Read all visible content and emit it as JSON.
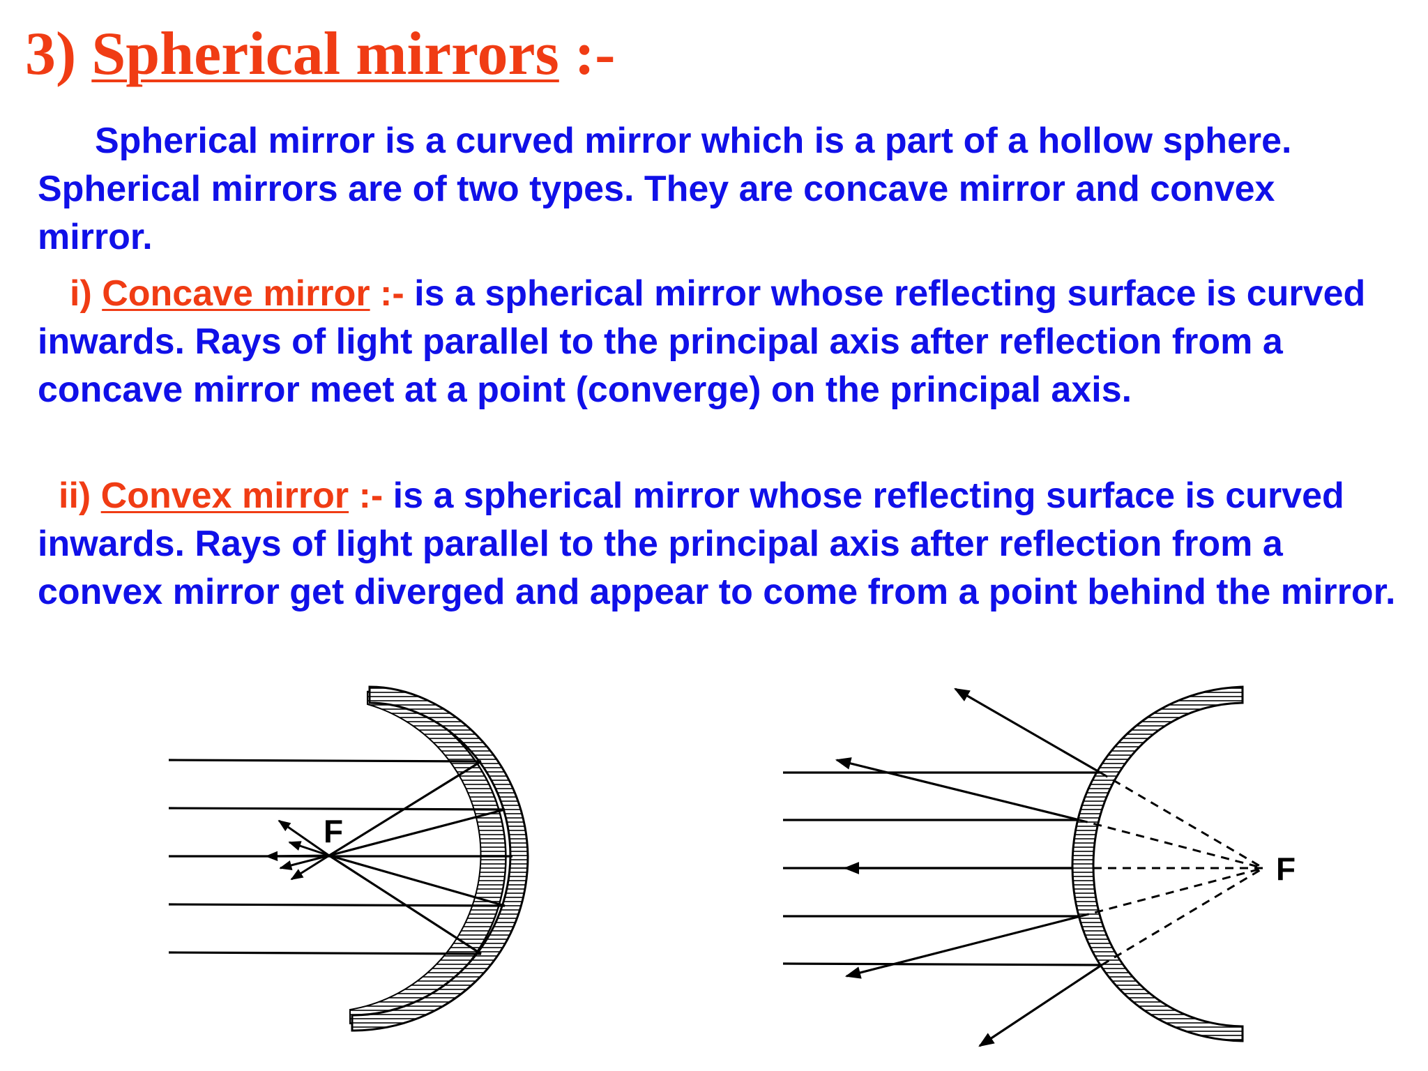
{
  "heading": {
    "number": "3)",
    "title": "Spherical mirrors",
    "suffix": ":-"
  },
  "intro": "Spherical mirror is a curved mirror which is a part of a hollow sphere. Spherical mirrors are of two types. They are concave mirror and convex mirror.",
  "concave": {
    "prefix": "i)",
    "term": "Concave mirror",
    "sep": ":-",
    "text": "is a spherical mirror whose reflecting surface is curved inwards. Rays of light parallel to the principal axis after reflection from a concave mirror meet at a point (converge) on the principal axis."
  },
  "convex": {
    "prefix": "ii)",
    "term": "Convex mirror",
    "sep": ":-",
    "text": "is a spherical mirror whose reflecting surface is curved inwards. Rays of light parallel to the principal axis after reflection from a convex mirror get diverged and appear to come from a point behind the mirror."
  },
  "diagrams": {
    "concave_focus_label": "F",
    "convex_focus_label": "F"
  },
  "colors": {
    "heading": "#f03c14",
    "body_text": "#1010e8",
    "diagram_line": "#000000"
  }
}
